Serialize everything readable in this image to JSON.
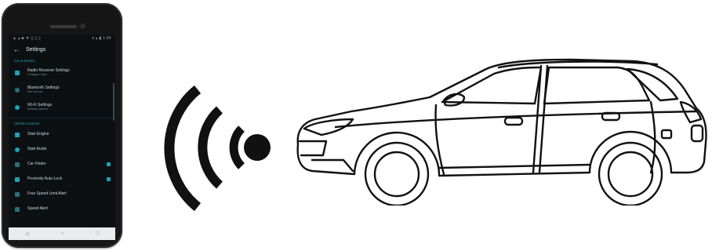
{
  "phone": {
    "status_left": "▲ ▴ ■ ▼ ▯ ▯ ▯",
    "status_right": "▾ ▴ ▮ 1:54",
    "app_title": "Settings",
    "sections": [
      {
        "header": "Car & Device",
        "items": [
          {
            "label": "Radio Receiver Settings",
            "sub": "Configure radio",
            "icon": "radio-icon",
            "checked": false
          },
          {
            "label": "Bluetooth Settings",
            "sub": "Pair devices",
            "icon": "bluetooth-icon",
            "checked": false
          },
          {
            "label": "Wi-Fi Settings",
            "sub": "Network options",
            "icon": "wifi-icon",
            "checked": false
          }
        ]
      },
      {
        "header": "Vehicle Controls",
        "items": [
          {
            "label": "Start Engine",
            "sub": "",
            "icon": "engine-icon",
            "checked": false
          },
          {
            "label": "Start Audio",
            "sub": "",
            "icon": "audio-icon",
            "checked": false
          },
          {
            "label": "Car Finder",
            "sub": "",
            "icon": "car-finder-icon",
            "checked": true
          },
          {
            "label": "Proximity Auto-Lock",
            "sub": "",
            "icon": "lock-icon",
            "checked": true
          },
          {
            "label": "Free Speed Limit Alert",
            "sub": "",
            "icon": "speed-icon",
            "checked": false
          },
          {
            "label": "Speed Alert",
            "sub": "",
            "icon": "alert-icon",
            "checked": false
          }
        ]
      }
    ],
    "nav": [
      "◁",
      "○",
      "□"
    ]
  },
  "colors": {
    "accent": "#1fa3b5",
    "screen_bg": "#0c1013",
    "phone_body": "#161616",
    "line_art": "#111111"
  },
  "icons": {
    "signal": "wireless-signal-icon",
    "vehicle": "car-illustration"
  }
}
